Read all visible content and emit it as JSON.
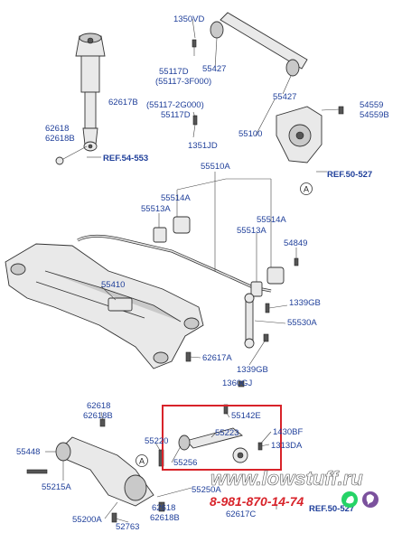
{
  "labels": {
    "p1350vd": "1350VD",
    "p55117d_a": "55117D",
    "p55117_3f": "(55117-3F000)",
    "p55427_a": "55427",
    "p55427_b": "55427",
    "p62617b": "62617B",
    "p55117_2g": "(55117-2G000)",
    "p55117d_b": "55117D",
    "p55100": "55100",
    "p54559": "54559",
    "p54559b": "54559B",
    "p62618_a": "62618",
    "p62618b_a": "62618B",
    "p1351jd": "1351JD",
    "p55510a": "55510A",
    "p55514a_a": "55514A",
    "p55513a_a": "55513A",
    "p55514a_b": "55514A",
    "p55513a_b": "55513A",
    "p54849": "54849",
    "p55410": "55410",
    "p1339gb_a": "1339GB",
    "p55530a": "55530A",
    "p62617a": "62617A",
    "p1339gb_b": "1339GB",
    "p1360gj": "1360GJ",
    "p62618_b": "62618",
    "p62618b_b": "62618B",
    "p55142e": "55142E",
    "p1430bf": "1430BF",
    "p55223": "55223",
    "p1313da": "1313DA",
    "p55448": "55448",
    "p55220": "55220",
    "p55256": "55256",
    "p55215a": "55215A",
    "p55250a": "55250A",
    "p55200a": "55200A",
    "p62618_c": "62618",
    "p62618b_c": "62618B",
    "p52763": "52763",
    "p62617c": "62617C"
  },
  "refs": {
    "ref54_553": "REF.54-553",
    "ref50_527_a": "REF.50-527",
    "ref50_527_b": "REF.50-527"
  },
  "markers": {
    "a1": "A",
    "a2": "A"
  },
  "watermark": {
    "site": "www.lowstuff.ru",
    "phone": "8-981-870-14-74"
  },
  "colors": {
    "label": "#1f3f9a",
    "highlight_box": "#d8232a",
    "whatsapp": "#25d366",
    "viber": "#7b519d"
  }
}
